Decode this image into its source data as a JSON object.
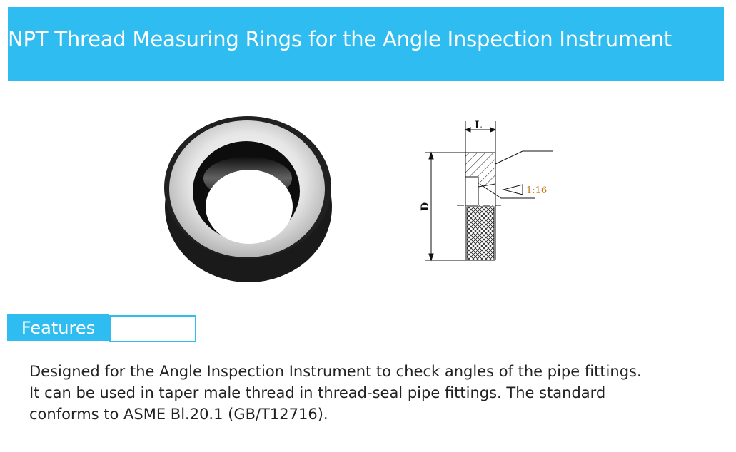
{
  "header": {
    "title": "NPT Thread Measuring Rings for the Angle Inspection Instrument"
  },
  "diagram": {
    "length_label": "L",
    "diameter_label": "D",
    "taper_label": "1:16"
  },
  "features": {
    "label": "Features",
    "lines": [
      "Designed for the Angle Inspection Instrument to check angles of the pipe fittings.",
      "It can be used in taper male thread in thread-seal pipe fittings. The standard",
      "conforms to ASME Bl.20.1 (GB/T12716)."
    ]
  },
  "colors": {
    "accent": "#2fbcf0"
  }
}
